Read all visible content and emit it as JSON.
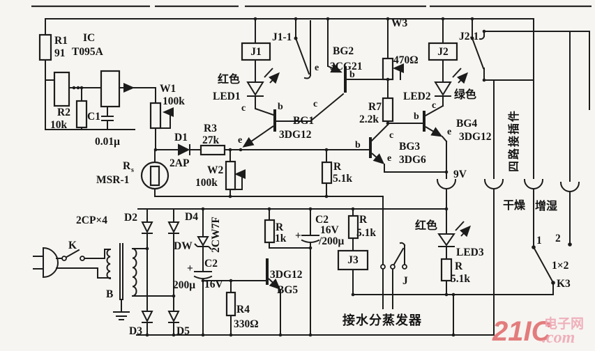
{
  "colors": {
    "line": "#1c1c1c",
    "background": "#f6f5f1",
    "watermark_red": "#df5f5f",
    "watermark_pink": "#efa9b6"
  },
  "ic_area": {
    "r1": "R1",
    "r1_value": "91",
    "ic": "IC",
    "ic_model": "T095A",
    "r2": "R2",
    "r2_value": "10k",
    "c1": "C1",
    "c1_value": "0.01μ",
    "w1": "W1",
    "w1_value": "100k"
  },
  "sensor_area": {
    "rs": "R",
    "rs_sub": "s",
    "rs_model": "MSR-1",
    "d1": "D1",
    "d1_model": "2AP",
    "r3": "R3",
    "r3_value": "27k",
    "w2": "W2",
    "w2_value": "100k"
  },
  "amp_area": {
    "bg1": "BG1",
    "bg1_model": "3DG12",
    "bg2": "BG2",
    "bg2_model": "3CG21",
    "bg3": "BG3",
    "bg3_model": "3DG6",
    "bg4": "BG4",
    "bg4_model": "3DG12",
    "r7": "R7",
    "r7_value": "2.2k",
    "w3": "W3",
    "w3_value": "470Ω",
    "r_51a": "R",
    "r_51a_value": "5.1k",
    "supply": "9V",
    "pin_b": "b",
    "pin_c": "c",
    "pin_e": "e"
  },
  "relays": {
    "j1": "J1",
    "j1_contact": "J1-1",
    "j2": "J2",
    "j2_contact": "J2-1",
    "j3": "J3",
    "j_contact": "J"
  },
  "leds": {
    "led1": "LED1",
    "led1_color": "红色",
    "led2": "LED2",
    "led2_color": "绿色",
    "led3": "LED3",
    "led3_color": "红色",
    "r_led3": "R",
    "r_led3_value": "5.1k"
  },
  "power_area": {
    "switch_k": "K",
    "transformer": "B",
    "bridge": "2CP×4",
    "d2": "D2",
    "d3": "D3",
    "d4": "D4",
    "d5": "D5",
    "dw": "DW",
    "dw_model": "2CW7F",
    "c2_filter": "C2",
    "c2_filter_value1": "200μ",
    "c2_filter_value2": "16V",
    "plus": "+",
    "r_1k": "R",
    "r_1k_value": "1k",
    "bg5": "BG5",
    "bg5_model": "3DG12",
    "r4": "R4",
    "r4_value": "330Ω",
    "c2_delay": "C2",
    "c2_delay_value1": "16V",
    "c2_delay_value2": "/200μ",
    "r_51b": "R",
    "r_51b_value": "5.1k"
  },
  "connector_area": {
    "connector": "四路接插件",
    "dry": "干燥",
    "humidify": "增湿",
    "pos1": "1",
    "pos2": "2",
    "switch_type": "1×2",
    "k3": "K3"
  },
  "evaporator": {
    "label": "接水分蒸发器"
  },
  "watermark": {
    "logo": "21IC",
    "site": "电子网",
    "domain": ".com"
  }
}
